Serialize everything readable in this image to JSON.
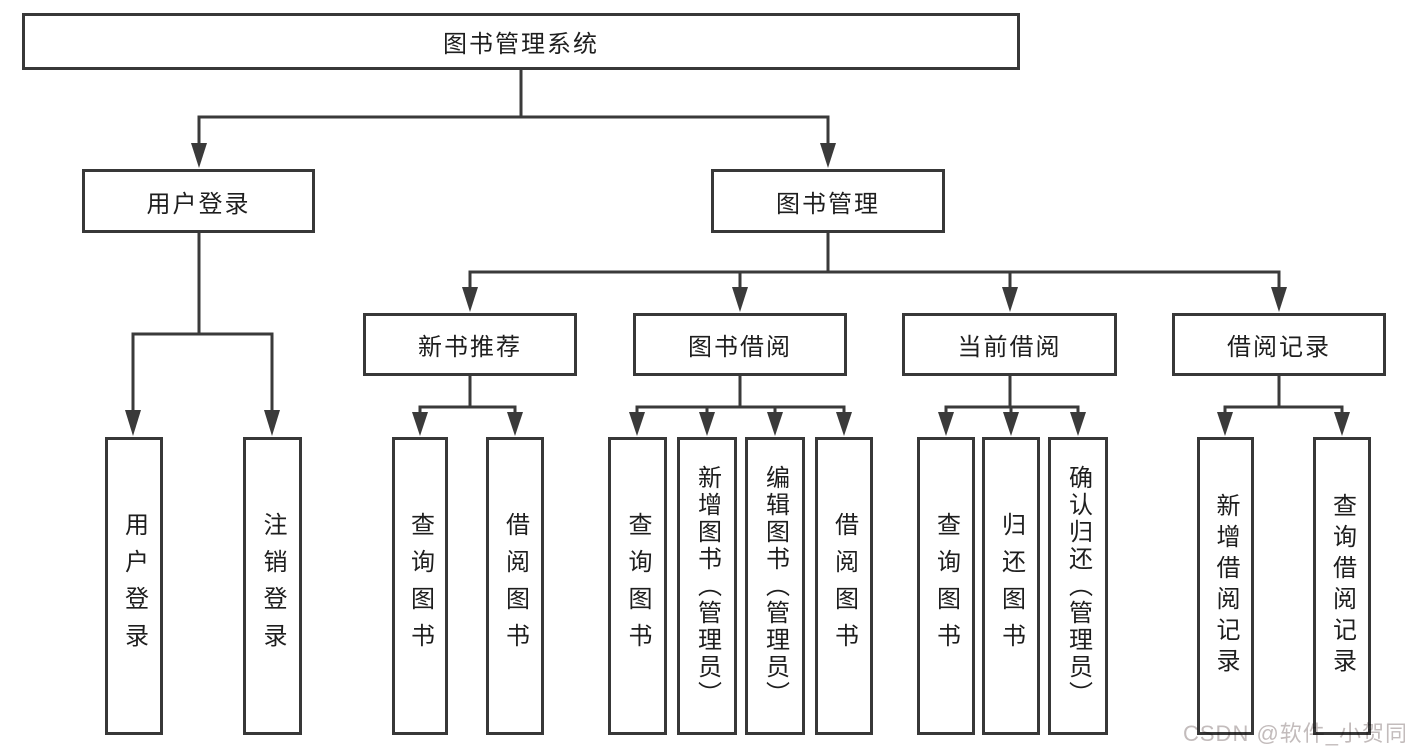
{
  "diagram": {
    "type": "hierarchy-tree",
    "colors": {
      "line": "#3a3a3a",
      "box_border": "#383838",
      "box_background": "#ffffff",
      "text": "#1e1e1e",
      "watermark": "#c3bcbc",
      "page_background": "#ffffff"
    },
    "root": {
      "label": "图书管理系统",
      "children": [
        {
          "label": "用户登录",
          "children": [
            {
              "label": "用户登录"
            },
            {
              "label": "注销登录"
            }
          ]
        },
        {
          "label": "图书管理",
          "children": [
            {
              "label": "新书推荐",
              "children": [
                {
                  "label": "查询图书"
                },
                {
                  "label": "借阅图书"
                }
              ]
            },
            {
              "label": "图书借阅",
              "children": [
                {
                  "label": "查询图书"
                },
                {
                  "label": "新增图书（管理员）"
                },
                {
                  "label": "编辑图书（管理员）"
                },
                {
                  "label": "借阅图书"
                }
              ]
            },
            {
              "label": "当前借阅",
              "children": [
                {
                  "label": "查询图书"
                },
                {
                  "label": "归还图书"
                },
                {
                  "label": "确认归还（管理员）"
                }
              ]
            },
            {
              "label": "借阅记录",
              "children": [
                {
                  "label": "新增借阅记录"
                },
                {
                  "label": "查询借阅记录"
                }
              ]
            }
          ]
        }
      ]
    },
    "watermark": "CSDN @软件_小贺同学"
  }
}
